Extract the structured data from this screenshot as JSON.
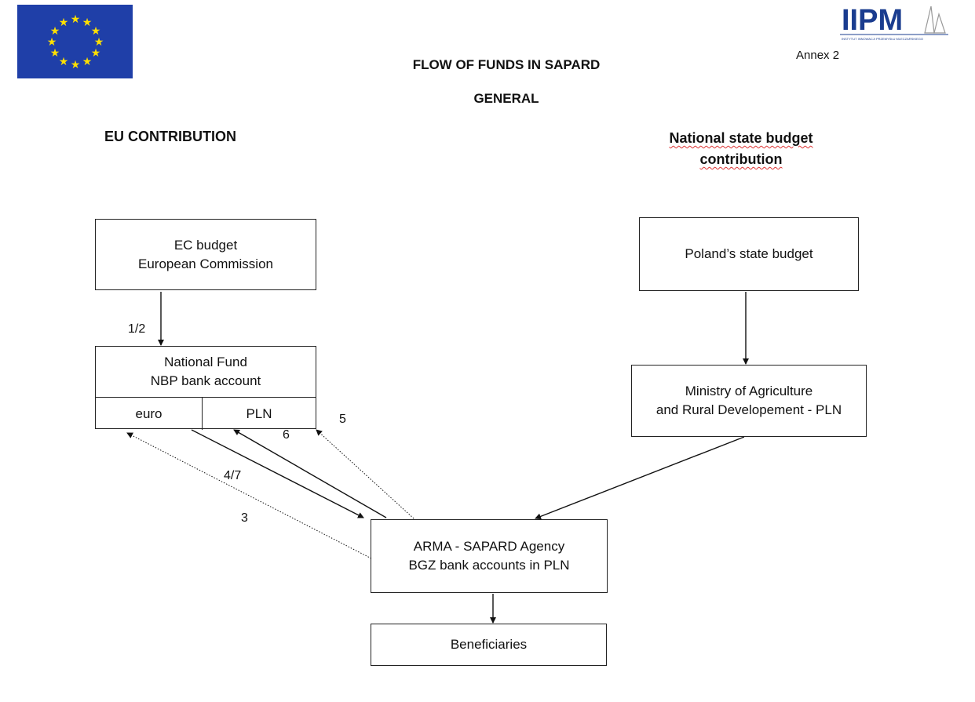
{
  "header": {
    "annex": "Annex 2",
    "title": "FLOW OF FUNDS IN SAPARD",
    "subtitle": "GENERAL",
    "logo_text": "IIPM",
    "logo_caption": "INSTYTUT INNOWACJI PRZEMYSŁU MLECZARSKIEGO"
  },
  "columns": {
    "left": "EU CONTRIBUTION",
    "right_line1": "National state budget",
    "right_line2": "contribution"
  },
  "nodes": {
    "ec_line1": "EC budget",
    "ec_line2": "European Commission",
    "nf_line1": "National Fund",
    "nf_line2": "NBP bank account",
    "nf_euro": "euro",
    "nf_pln": "PLN",
    "psb": "Poland’s state budget",
    "mar_line1": "Ministry of Agriculture",
    "mar_line2": "and Rural Developement - PLN",
    "arma_line1": "ARMA - SAPARD Agency",
    "arma_line2": "BGZ bank accounts in PLN",
    "ben": "Beneficiaries"
  },
  "edge_labels": {
    "l12": "1/2",
    "l5": "5",
    "l6": "6",
    "l47": "4/7",
    "l3": "3"
  },
  "colors": {
    "flag_blue": "#1f3fa8",
    "flag_star": "#ffe000",
    "logo_blue": "#1a3c8f",
    "line": "#111111"
  }
}
